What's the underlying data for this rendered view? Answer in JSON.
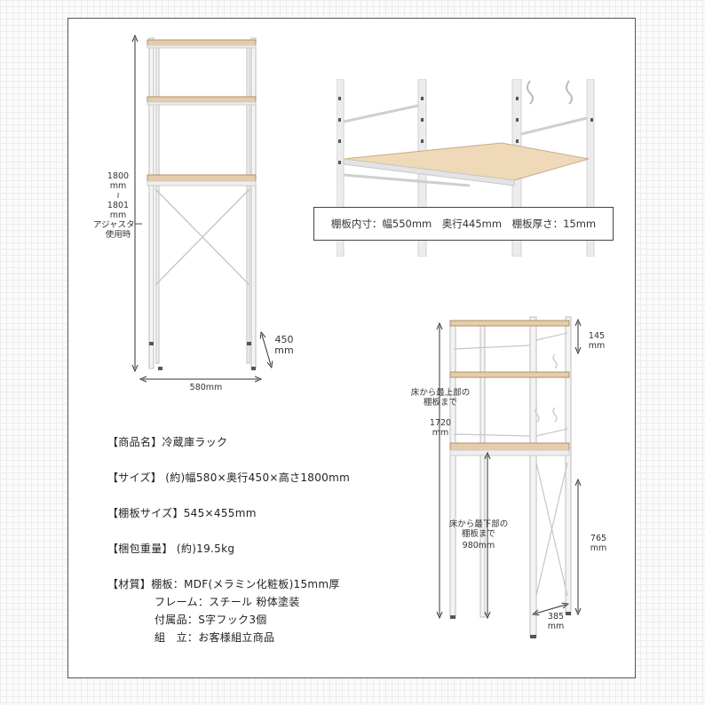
{
  "diagram1": {
    "height_label": [
      "1800",
      "mm",
      "≀",
      "1801",
      "mm",
      "アジャスター",
      "使用時"
    ],
    "depth_label": [
      "450",
      "mm"
    ],
    "width_label": "580mm"
  },
  "photo": {
    "caption": "棚板内寸：幅550mm　奥行445mm　棚板厚さ：15mm"
  },
  "diagram2": {
    "top_gap_label": [
      "145",
      "mm"
    ],
    "top_shelf_label": [
      "床から最上部の",
      "棚板まで",
      "1720",
      "mm"
    ],
    "bottom_shelf_label": [
      "床から最下部の",
      "棚板まで",
      "980mm"
    ],
    "bottom_height_label": [
      "765",
      "mm"
    ],
    "depth_label": [
      "385",
      "mm"
    ]
  },
  "specs": {
    "name_line": "【商品名】冷蔵庫ラック",
    "size_line": "【サイズ】 (約)幅580×奥行450×高さ1800mm",
    "shelf_size_line": "【棚板サイズ】545×455mm",
    "weight_line": "【梱包重量】 (約)19.5kg",
    "material_line": "【材質】棚板：MDF(メラミン化粧板)15mm厚",
    "frame_line": "フレーム：スチール 粉体塗装",
    "accessory_line": "付属品：S字フック3個",
    "assembly_line": "組　立：お客様組立商品"
  }
}
